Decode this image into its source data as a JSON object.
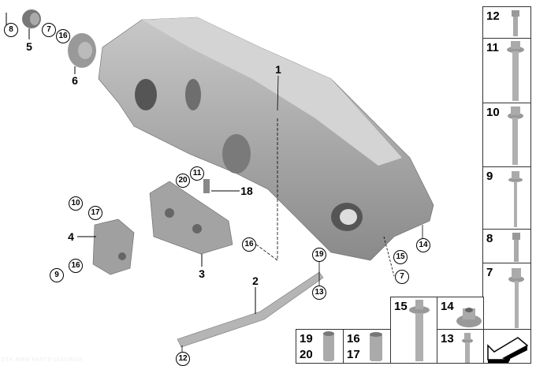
{
  "title": "Parts diagram - rear axle carrier / differential mount",
  "callouts": {
    "c8": "8",
    "b5": "5",
    "c7a": "7",
    "c16a": "16",
    "b6": "6",
    "b1": "1",
    "c20": "20",
    "c11": "11",
    "b18": "18",
    "c10": "10",
    "c17": "17",
    "b4": "4",
    "c9": "9",
    "c16b": "16",
    "b3": "3",
    "c16c": "16",
    "c19": "19",
    "c13": "13",
    "b2": "2",
    "c12": "12",
    "c15": "15",
    "c14": "14",
    "c7b": "7"
  },
  "parts_boxes": [
    {
      "numbers": [
        "12"
      ]
    },
    {
      "numbers": [
        "11"
      ]
    },
    {
      "numbers": [
        "10"
      ]
    },
    {
      "numbers": [
        "9"
      ]
    },
    {
      "numbers": [
        "8"
      ]
    },
    {
      "numbers": [
        "7"
      ]
    },
    {
      "numbers": [
        "15"
      ]
    },
    {
      "numbers": [
        "14"
      ]
    },
    {
      "numbers": [
        "13"
      ]
    },
    {
      "numbers": [
        "19",
        "20"
      ]
    },
    {
      "numbers": [
        "16",
        "17"
      ]
    }
  ],
  "watermark": "ETK BMW PARTS DIAGRAM",
  "colors": {
    "part_gray": "#a9a9a9",
    "part_dark": "#6e6e6e",
    "line": "#000000"
  }
}
